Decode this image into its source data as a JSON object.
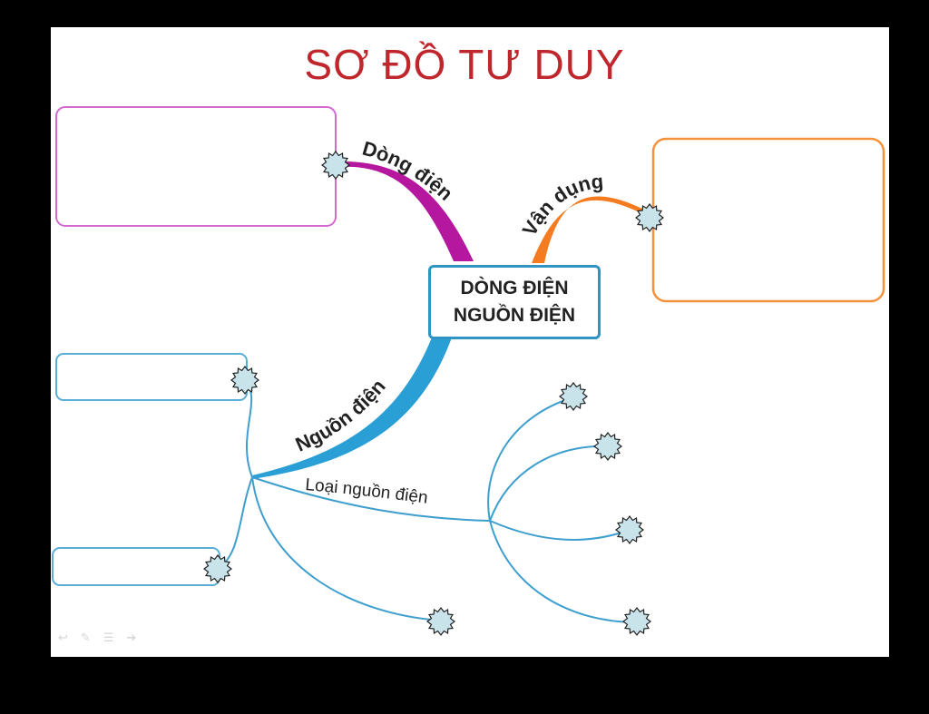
{
  "title": "SƠ ĐỒ TƯ DUY",
  "center": {
    "line1": "DÒNG ĐIỆN",
    "line2": "NGUỒN ĐIỆN"
  },
  "branches": {
    "dong_dien": "Dòng điện",
    "van_dung": "Vận dụng",
    "nguon_dien": "Nguồn điện",
    "loai_nguon_dien": "Loại nguồn điện"
  },
  "colors": {
    "title": "#c0272d",
    "dong_dien": "#b5179e",
    "van_dung": "#f47b20",
    "nguon_dien": "#2a9fd6",
    "thin_lines": "#3e9fcf",
    "node_fill": "#c9e3ea",
    "box_magenta": "#d46ad0",
    "box_orange": "#f4913c",
    "box_blue": "#5aaed6"
  },
  "icons": [
    "previous-icon",
    "pen-icon",
    "menu-icon",
    "next-icon"
  ]
}
